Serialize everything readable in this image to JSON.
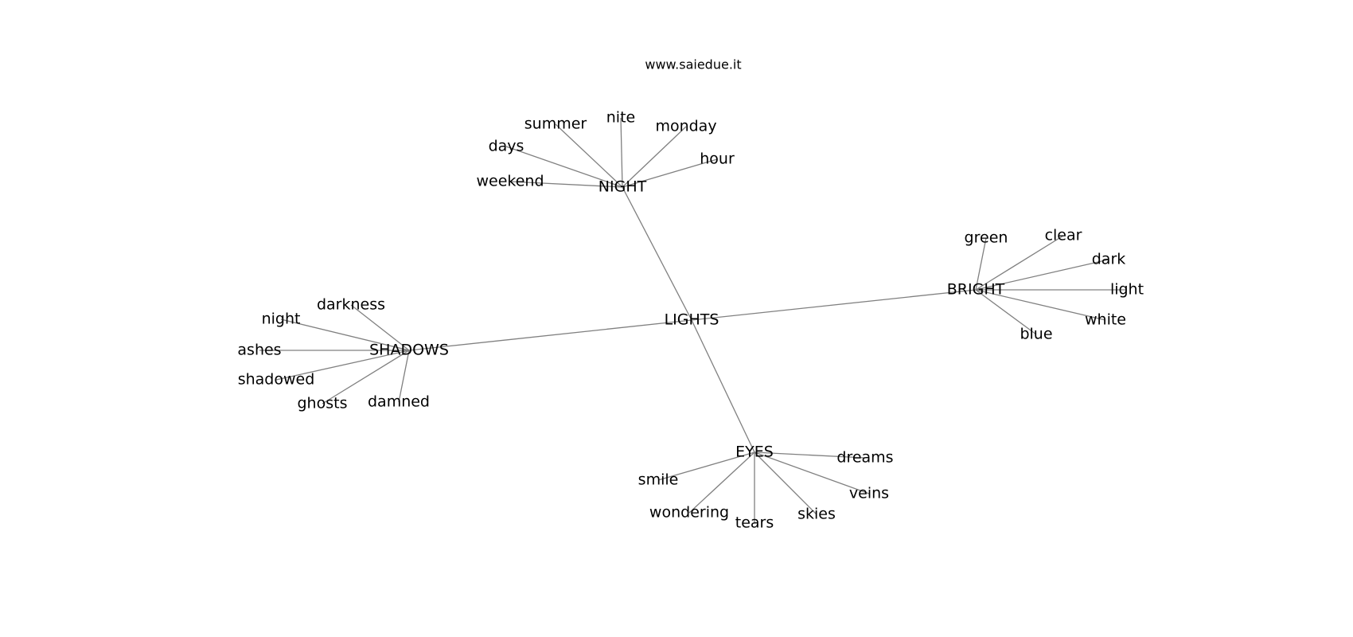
{
  "site": "www.saiedue.it",
  "root": "LIGHTS",
  "hubs": [
    {
      "id": "NIGHT",
      "leaves": [
        "summer",
        "nite",
        "monday",
        "days",
        "hour",
        "weekend"
      ]
    },
    {
      "id": "BRIGHT",
      "leaves": [
        "green",
        "clear",
        "dark",
        "light",
        "white",
        "blue"
      ]
    },
    {
      "id": "SHADOWS",
      "leaves": [
        "darkness",
        "night",
        "ashes",
        "shadowed",
        "ghosts",
        "damned"
      ]
    },
    {
      "id": "EYES",
      "leaves": [
        "dreams",
        "smile",
        "veins",
        "wondering",
        "tears",
        "skies"
      ]
    }
  ]
}
